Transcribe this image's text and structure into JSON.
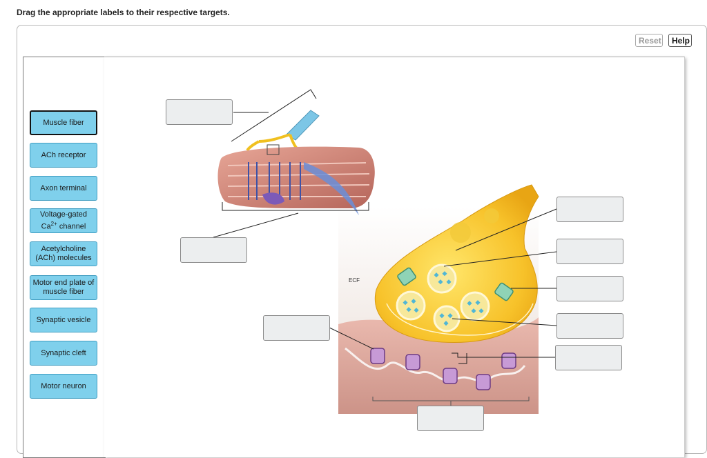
{
  "instruction": "Drag the appropriate labels to their respective targets.",
  "buttons": {
    "reset": "Reset",
    "help": "Help"
  },
  "labels": [
    {
      "text": "Muscle fiber"
    },
    {
      "text": "ACh receptor"
    },
    {
      "text": "Axon terminal"
    },
    {
      "line1": "Voltage-gated",
      "line2_prefix": "Ca",
      "sup": "2+",
      "line2_suffix": " channel"
    },
    {
      "line1": "Acetylcholine",
      "line2": "(ACh) molecules"
    },
    {
      "line1": "Motor end plate of",
      "line2": "muscle fiber"
    },
    {
      "text": "Synaptic vesicle"
    },
    {
      "text": "Synaptic cleft"
    },
    {
      "text": "Motor neuron"
    }
  ],
  "diagram": {
    "ecf_label": "ECF"
  },
  "colors": {
    "label_chip": "#7fd0ec",
    "target_box": "#eceeef",
    "axon_terminal": "#f3c021",
    "muscle": "#c9796a"
  }
}
